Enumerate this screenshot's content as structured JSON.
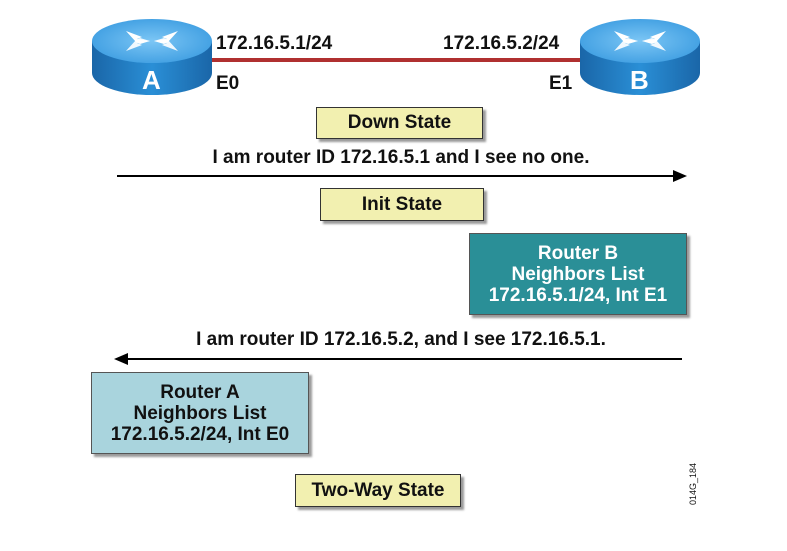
{
  "routers": {
    "a": {
      "label": "A",
      "ip": "172.16.5.1/24",
      "interface": "E0"
    },
    "b": {
      "label": "B",
      "ip": "172.16.5.2/24",
      "interface": "E1"
    }
  },
  "states": {
    "down": "Down State",
    "init": "Init State",
    "two_way": "Two-Way State"
  },
  "messages": {
    "hello_a": "I am router ID 172.16.5.1 and I see no one.",
    "hello_b": "I am router ID 172.16.5.2, and I see 172.16.5.1."
  },
  "neighbor_lists": {
    "b": {
      "title": "Router B",
      "subtitle": "Neighbors List",
      "entry": "172.16.5.1/24, Int E1"
    },
    "a": {
      "title": "Router A",
      "subtitle": "Neighbors List",
      "entry": "172.16.5.2/24, Int E0"
    }
  },
  "figure_id": "014G_184",
  "colors": {
    "router_body": "#1e7fc0",
    "link": "#b03030",
    "state_box": "#f2f0b0",
    "neighbor_b": "#2a8f97",
    "neighbor_a": "#a9d4dd"
  }
}
